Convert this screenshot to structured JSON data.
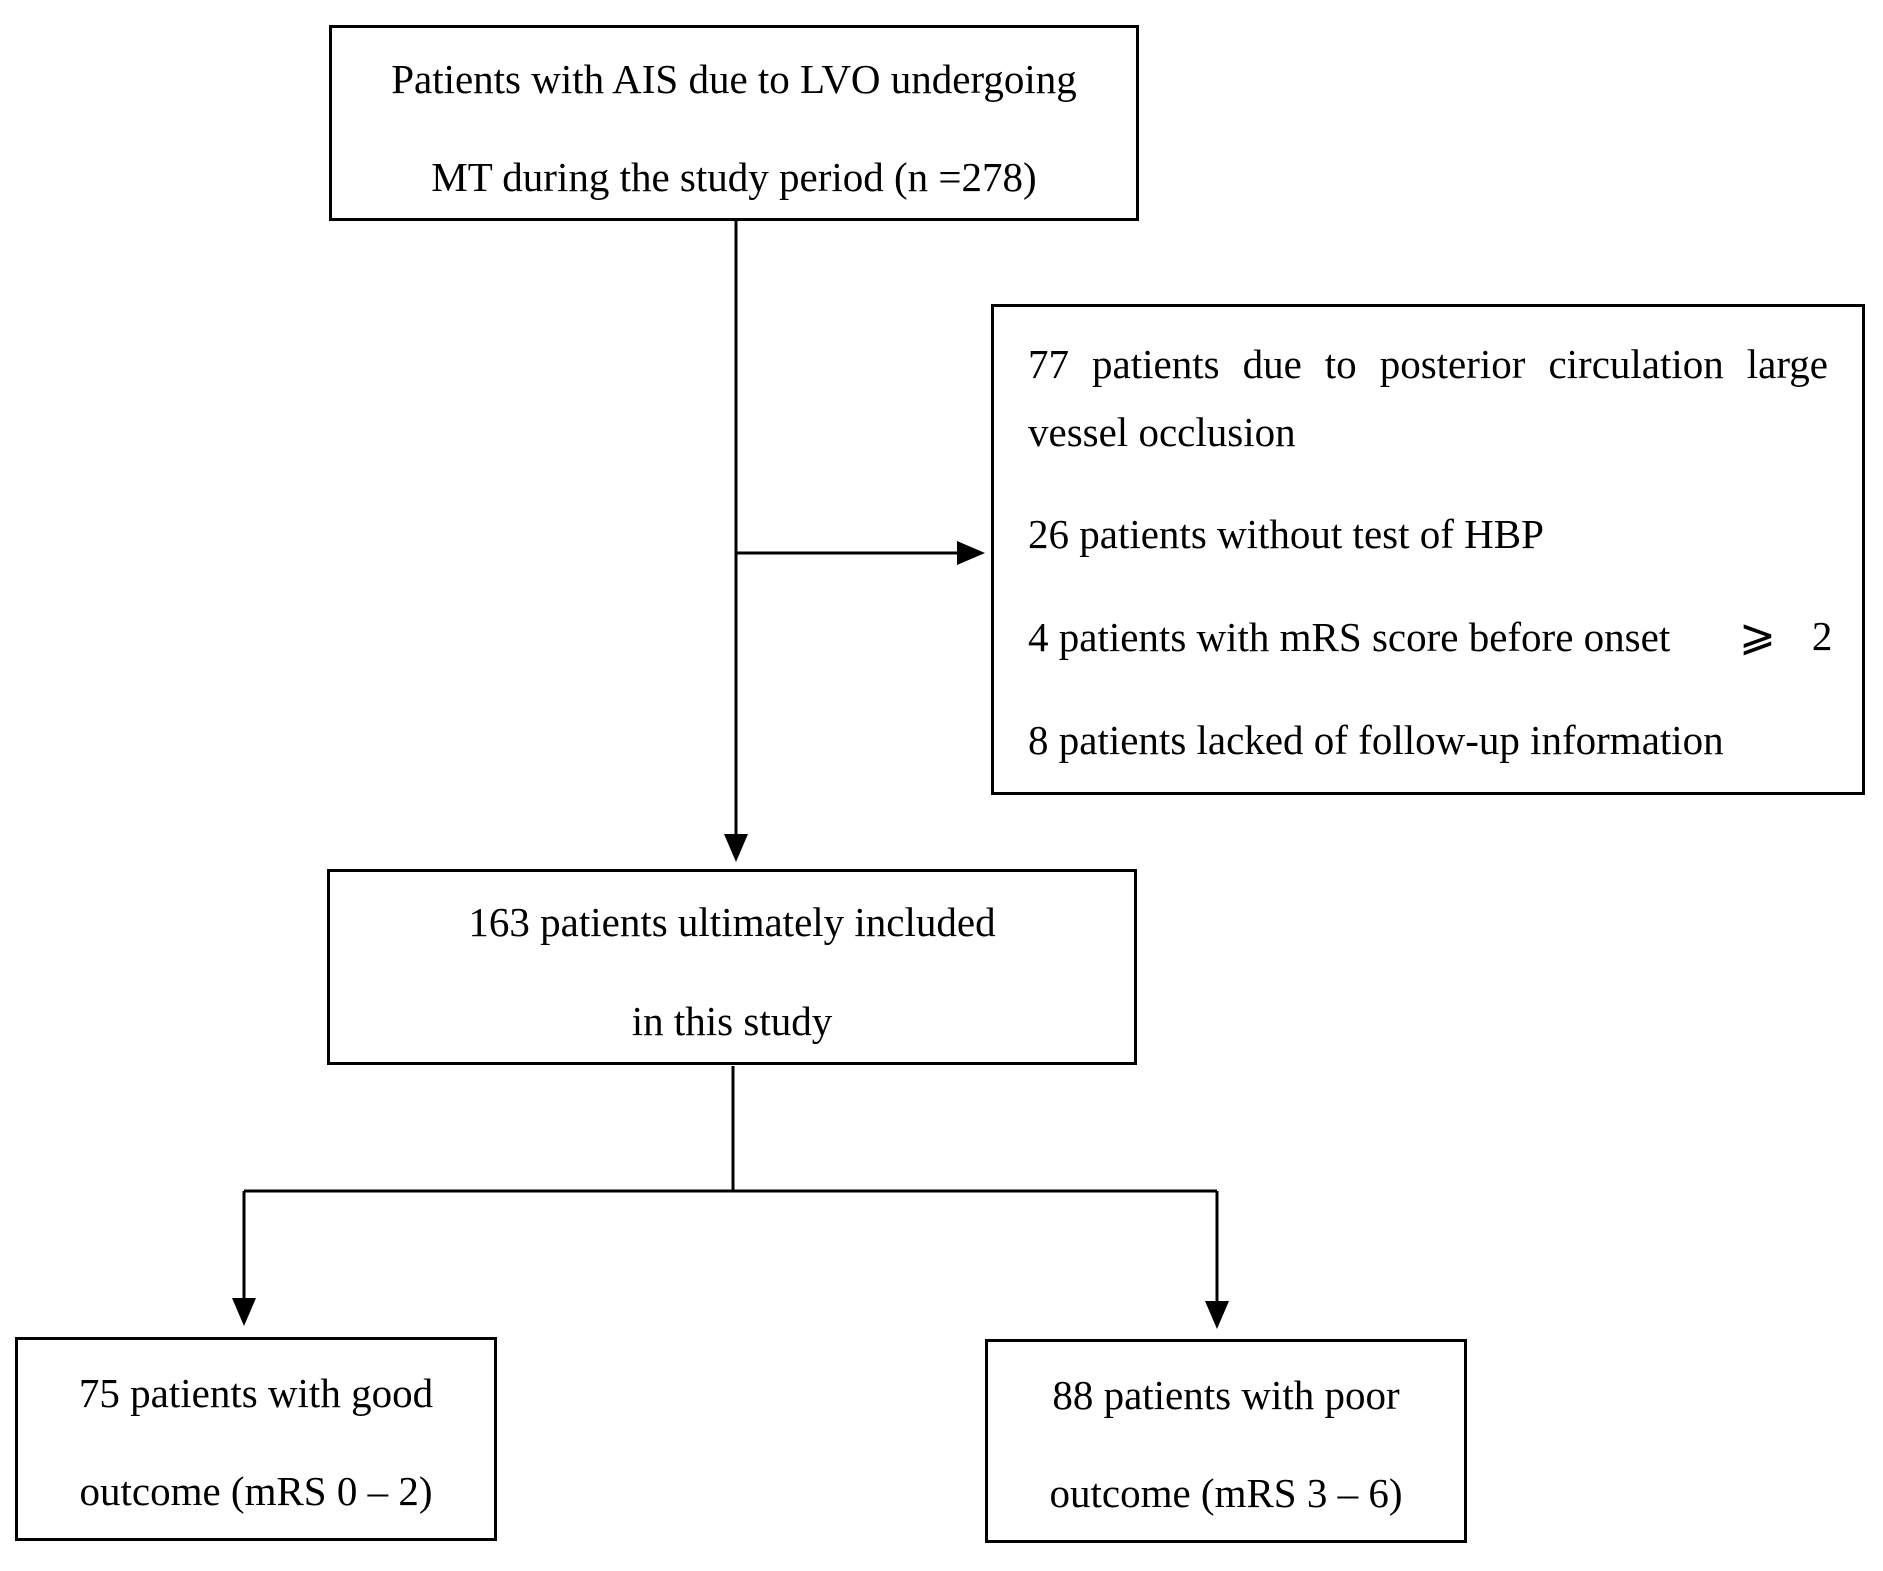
{
  "boxes": {
    "initial": {
      "line1": "Patients with AIS due to LVO undergoing",
      "line2": "MT during the study period (n =278)"
    },
    "exclusions": {
      "item1_line1": "77 patients due to posterior circulation large",
      "item1_line2": "vessel occlusion",
      "item2": "26 patients without test of HBP",
      "item3_text": "4 patients with mRS score before onset",
      "item3_symbol": "⩾",
      "item3_value": "2",
      "item4": "8 patients lacked of follow-up information"
    },
    "included": {
      "line1": "163 patients ultimately included",
      "line2": "in this study"
    },
    "good_outcome": {
      "line1": "75 patients with good",
      "line2": "outcome (mRS 0 – 2)"
    },
    "poor_outcome": {
      "line1": "88 patients with poor",
      "line2": "outcome (mRS 3 – 6)"
    }
  },
  "colors": {
    "stroke": "#000000",
    "background": "#ffffff"
  }
}
